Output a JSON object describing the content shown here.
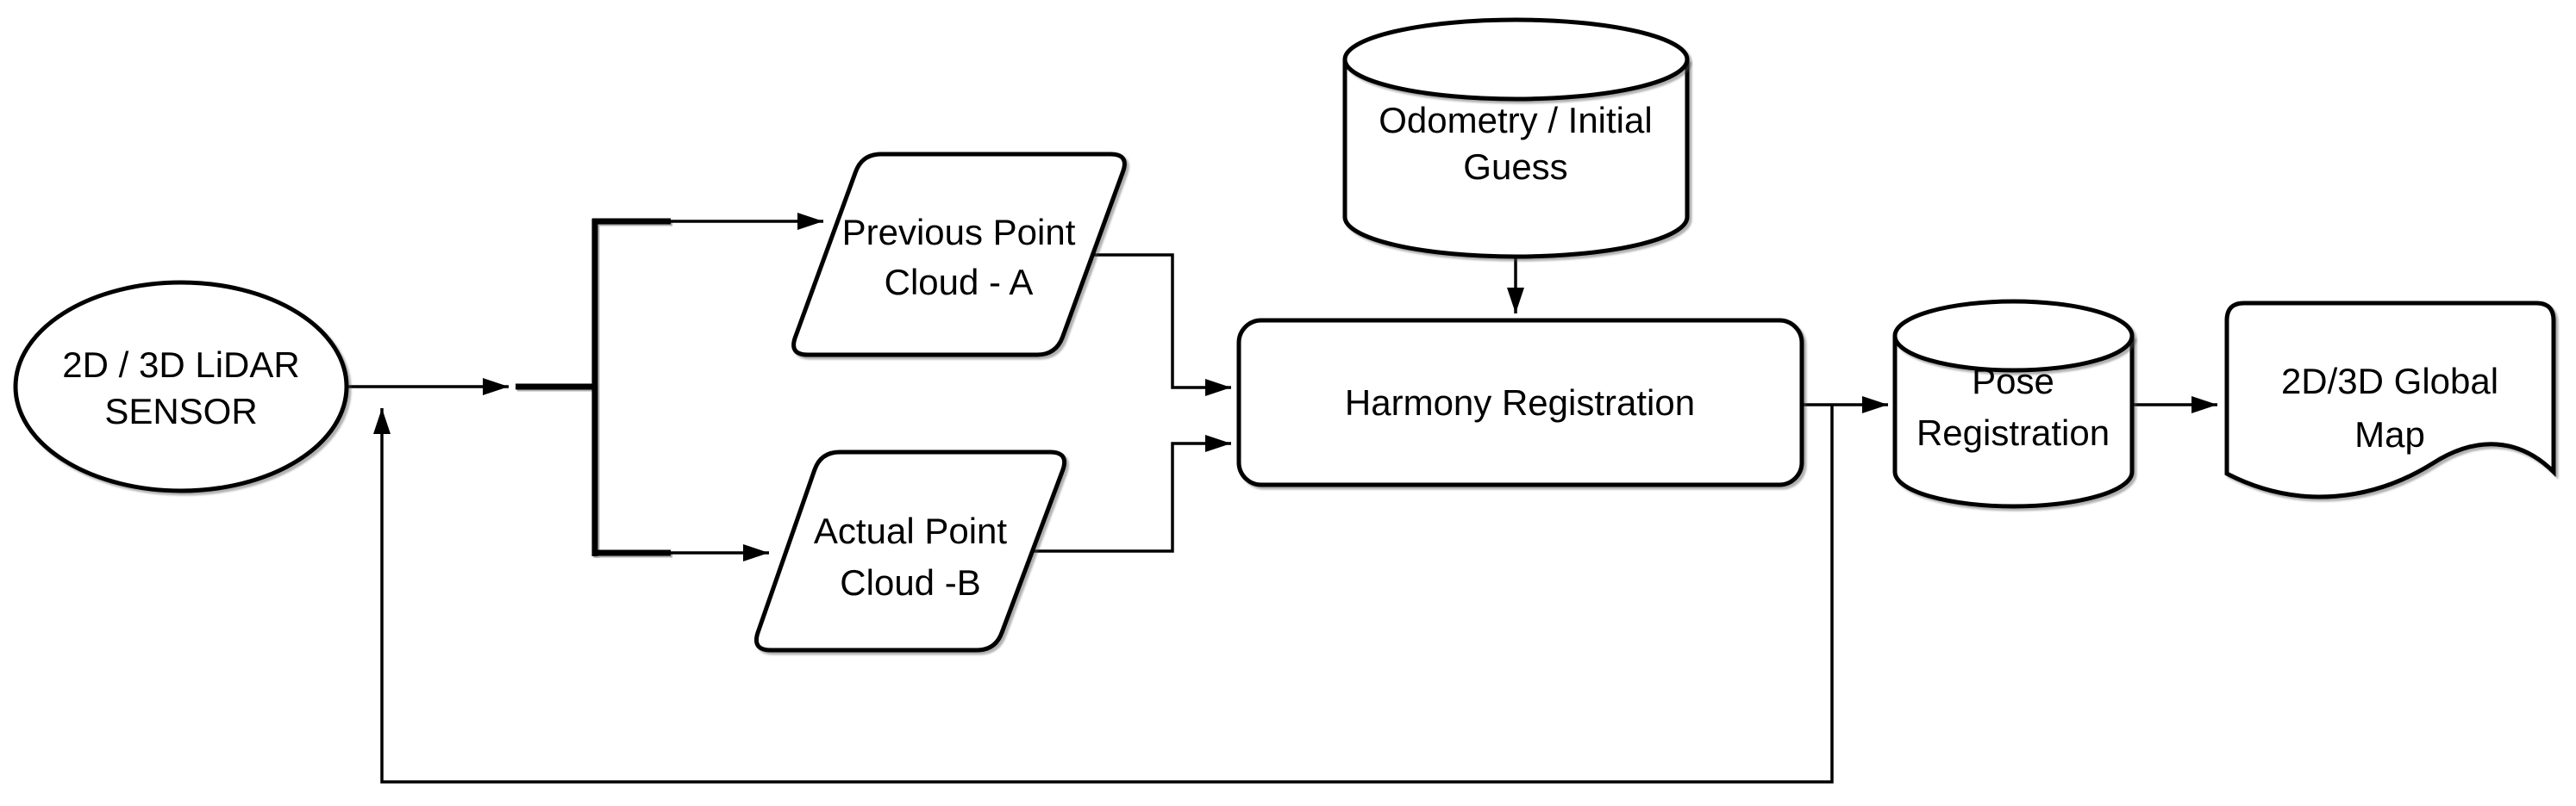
{
  "diagram": {
    "type": "flowchart",
    "colors": {
      "background": "#ffffff",
      "stroke": "#000000",
      "text": "#000000",
      "shadow": "#8a8a8a"
    },
    "nodes": {
      "lidar_sensor": {
        "shape": "ellipse",
        "line1": "2D / 3D LiDAR",
        "line2": "SENSOR"
      },
      "previous_cloud": {
        "shape": "parallelogram",
        "line1": "Previous Point",
        "line2": "Cloud - A"
      },
      "actual_cloud": {
        "shape": "parallelogram",
        "line1": "Actual Point",
        "line2": "Cloud -B"
      },
      "odometry": {
        "shape": "cylinder",
        "line1": "Odometry / Initial",
        "line2": "Guess"
      },
      "harmony": {
        "shape": "rounded-rectangle",
        "line1": "Harmony Registration"
      },
      "pose": {
        "shape": "cylinder",
        "line1": "Pose",
        "line2": "Registration"
      },
      "global_map": {
        "shape": "document",
        "line1": "2D/3D Global",
        "line2": "Map"
      }
    },
    "edges": [
      {
        "from": "lidar_sensor",
        "to": "branch-junction",
        "arrow": true
      },
      {
        "from": "branch-junction",
        "to": "previous_cloud",
        "arrow": true
      },
      {
        "from": "branch-junction",
        "to": "actual_cloud",
        "arrow": true
      },
      {
        "from": "previous_cloud",
        "to": "harmony",
        "arrow": true
      },
      {
        "from": "actual_cloud",
        "to": "harmony",
        "arrow": true
      },
      {
        "from": "odometry",
        "to": "harmony",
        "arrow": true
      },
      {
        "from": "harmony",
        "to": "pose",
        "arrow": true
      },
      {
        "from": "pose",
        "to": "global_map",
        "arrow": true
      },
      {
        "from": "harmony",
        "to": "lidar_sensor",
        "arrow": true,
        "style": "feedback-loop-bottom"
      }
    ]
  }
}
